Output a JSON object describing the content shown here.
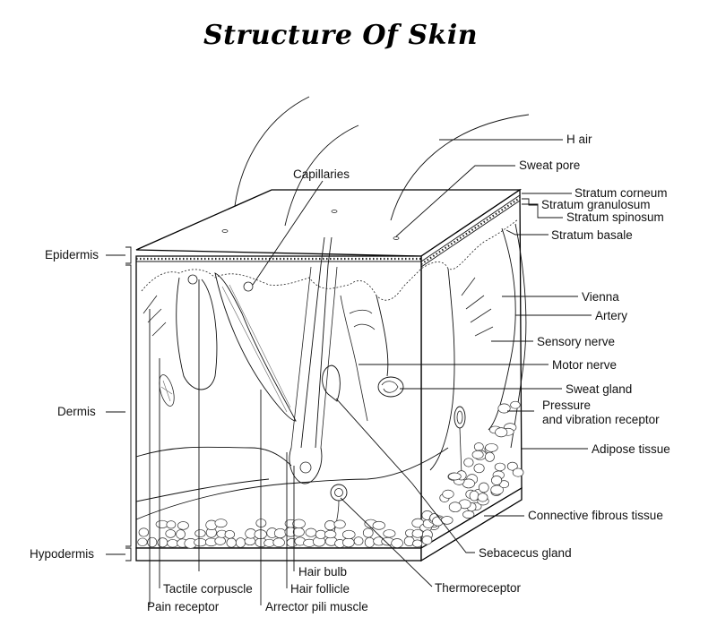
{
  "title": "Structure Of Skin",
  "labels": {
    "hair": "H air",
    "sweat_pore": "Sweat pore",
    "capillaries": "Capillaries",
    "stratum_corneum": "Stratum corneum",
    "stratum_granulosum": "Stratum granulosum",
    "stratum_spinosum": "Stratum spinosum",
    "stratum_basale": "Stratum basale",
    "epidermis": "Epidermis",
    "dermis": "Dermis",
    "hypodermis": "Hypodermis",
    "vienna": "Vienna",
    "artery": "Artery",
    "sensory_nerve": "Sensory nerve",
    "motor_nerve": "Motor nerve",
    "sweat_gland": "Sweat gland",
    "pressure_line1": "Pressure",
    "pressure_line2": "and vibration receptor",
    "adipose_tissue": "Adipose tissue",
    "connective_tissue": "Connective fibrous tissue",
    "sebaceous_gland": "Sebacecus gland",
    "thermoreceptor": "Thermoreceptor",
    "hair_bulb": "Hair bulb",
    "hair_follicle": "Hair follicle",
    "tactile_corpuscle": "Tactile corpuscle",
    "pain_receptor": "Pain receptor",
    "arrector_pili_muscle": "Arrector pili muscle"
  }
}
